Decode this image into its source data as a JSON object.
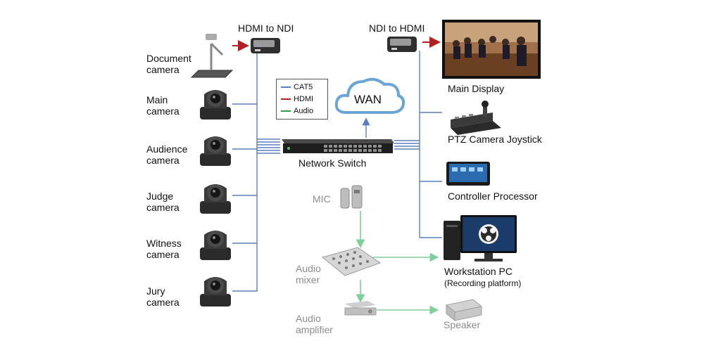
{
  "colors": {
    "cat5": "#5b7fbf",
    "hdmi": "#b22222",
    "audio": "#7fcf9a",
    "camera_body": "#2b2b2b",
    "cloud_stroke": "#6aa5d6"
  },
  "legend": {
    "items": [
      {
        "label": "CAT5",
        "color": "#5b7fbf"
      },
      {
        "label": "HDMI",
        "color": "#b22222"
      },
      {
        "label": "Audio",
        "color": "#2e9e4a"
      }
    ]
  },
  "labels": {
    "hdmi_to_ndi": "HDMI to NDI",
    "ndi_to_hdmi": "NDI to HDMI",
    "document_camera": [
      "Document",
      "camera"
    ],
    "main_camera": [
      "Main",
      "camera"
    ],
    "audience_camera": [
      "Audience",
      "camera"
    ],
    "judge_camera": [
      "Judge",
      "camera"
    ],
    "witness_camera": [
      "Witness",
      "camera"
    ],
    "jury_camera": [
      "Jury",
      "camera"
    ],
    "wan": "WAN",
    "network_switch": "Network Switch",
    "mic": "MIC",
    "audio_mixer": [
      "Audio",
      "mixer"
    ],
    "audio_amplifier": [
      "Audio",
      "amplifier"
    ],
    "speaker": "Speaker",
    "main_display": "Main Display",
    "ptz_joystick": "PTZ Camera Joystick",
    "controller_processor": "Controller Processor",
    "workstation_pc": "Workstation PC",
    "recording_platform": "(Recording platform)"
  }
}
